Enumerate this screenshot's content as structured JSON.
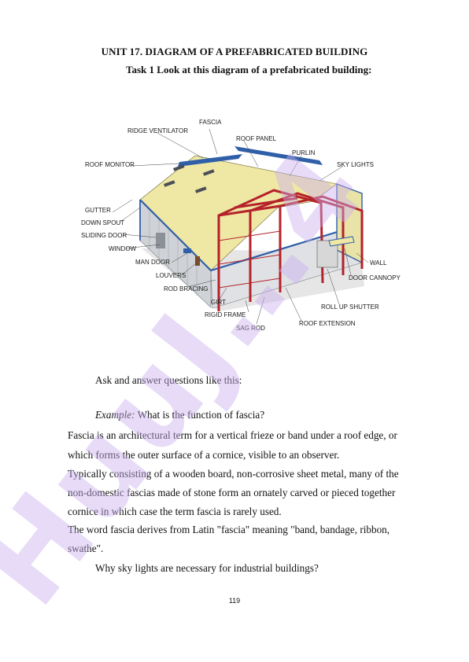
{
  "heading": {
    "title": "UNIT 17. DIAGRAM OF A PREFABRICATED BUILDING",
    "task": "Task 1 Look at this diagram of a prefabricated building:"
  },
  "diagram": {
    "labels": {
      "fascia": "FASCIA",
      "ridge_ventilator": "RIDGE VENTILATOR",
      "roof_panel": "ROOF PANEL",
      "purlin": "PURLIN",
      "roof_monitor": "ROOF MONITOR",
      "sky_lights": "SKY LIGHTS",
      "gutter": "GUTTER",
      "down_spout": "DOWN SPOUT",
      "sliding_door": "SLIDING DOOR",
      "window": "WINDOW",
      "man_door": "MAN DOOR",
      "louvers": "LOUVERS",
      "rod_bracing": "ROD BRACING",
      "girt": "GIRT",
      "rigid_frame": "RIGID FRAME",
      "sag_rod": "SAG ROD",
      "wall": "WALL",
      "door_cannopy": "DOOR CANNOPY",
      "roll_up_shutter": "ROLL UP SHUTTER",
      "roof_extension": "ROOF EXTENSION"
    }
  },
  "body": {
    "instruction": "Ask and answer questions like this:",
    "example_label": "Example:",
    "example_question": " What is the function of fascia?",
    "lines": [
      "Fascia is an architectural term for a vertical frieze or band under a roof edge, or",
      "which forms the outer surface of a cornice, visible to an observer.",
      "Typically consisting of a wooden board, non-corrosive sheet metal, many of the",
      "non-domestic fascias made of stone form an ornately carved or pieced together",
      "cornice in which case the term fascia is rarely used.",
      "The word fascia derives from Latin \"fascia\" meaning \"band, bandage, ribbon,",
      "swathe\"."
    ],
    "question2": "Why sky lights are necessary for industrial buildings?"
  },
  "page_number": "119",
  "watermark": "HuuJ…4",
  "colors": {
    "watermark": "#c9b0f0",
    "frame_red": "#b5222a",
    "trim_blue": "#2f5fa8",
    "roof_yellow": "#efe7a4",
    "wall_gray": "#cfd2d6"
  }
}
